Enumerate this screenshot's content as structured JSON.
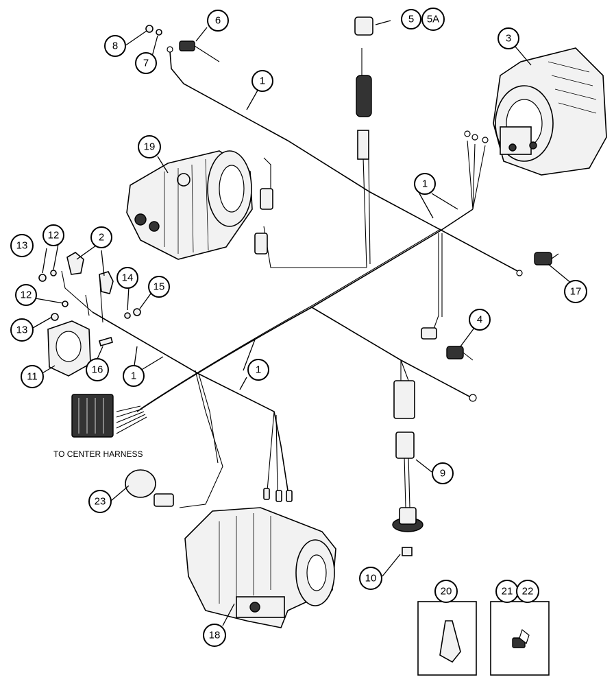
{
  "note": {
    "to_center_harness": "TO CENTER HARNESS"
  },
  "callouts": {
    "c1a": "1",
    "c1b": "1",
    "c1c": "1",
    "c1d": "1",
    "c2": "2",
    "c3": "3",
    "c4": "4",
    "c5": "5",
    "c5a": "5A",
    "c6": "6",
    "c7": "7",
    "c8": "8",
    "c9": "9",
    "c10": "10",
    "c11": "11",
    "c12a": "12",
    "c12b": "12",
    "c13a": "13",
    "c13b": "13",
    "c14": "14",
    "c15": "15",
    "c16": "16",
    "c17": "17",
    "c18": "18",
    "c19": "19",
    "c20": "20",
    "c21": "21",
    "c22": "22",
    "c23": "23"
  }
}
